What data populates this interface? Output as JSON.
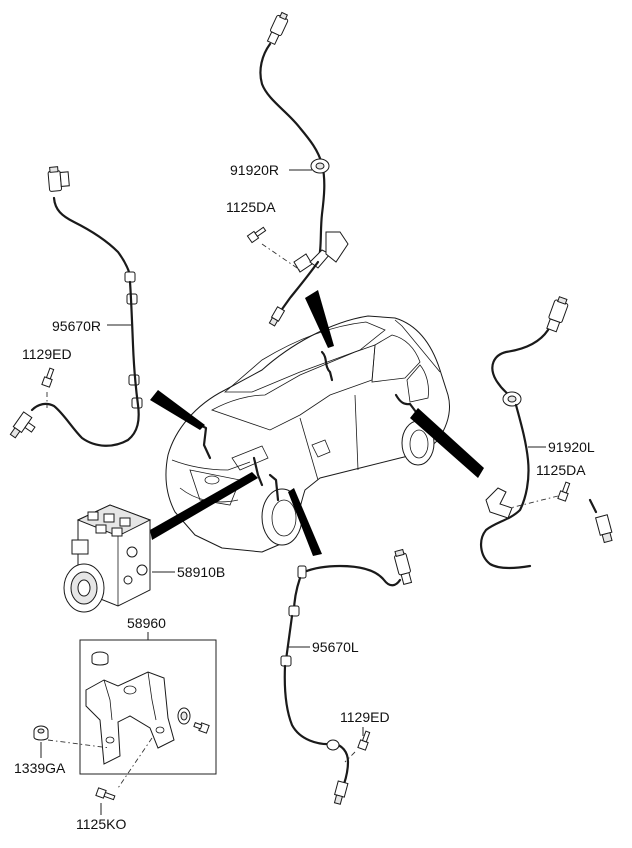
{
  "diagram": {
    "parts": [
      {
        "id": "p1",
        "label": "91920R"
      },
      {
        "id": "p2",
        "label": "1125DA"
      },
      {
        "id": "p3",
        "label": "95670R"
      },
      {
        "id": "p4",
        "label": "1129ED"
      },
      {
        "id": "p5",
        "label": "91920L"
      },
      {
        "id": "p6",
        "label": "1125DA"
      },
      {
        "id": "p7",
        "label": "58910B"
      },
      {
        "id": "p8",
        "label": "58960"
      },
      {
        "id": "p9",
        "label": "95670L"
      },
      {
        "id": "p10",
        "label": "1129ED"
      },
      {
        "id": "p11",
        "label": "1339GA"
      },
      {
        "id": "p12",
        "label": "1125KO"
      }
    ]
  }
}
